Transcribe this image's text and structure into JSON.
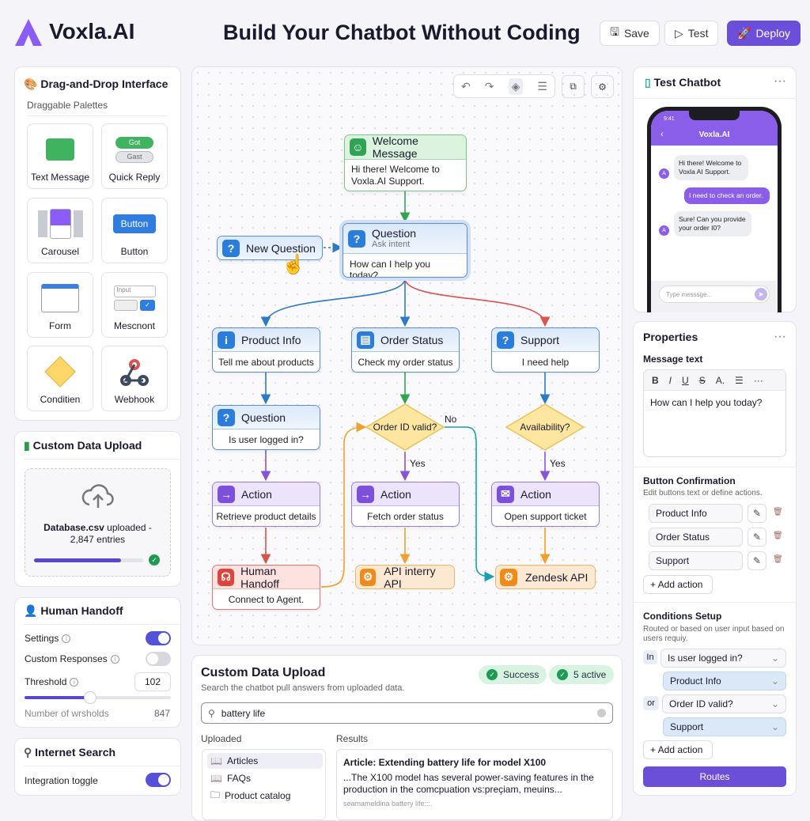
{
  "header": {
    "brand": "Voxla.AI",
    "title": "Build Your Chatbot Without Coding",
    "save": "Save",
    "test": "Test",
    "deploy": "Deploy",
    "accent": "#6c4fd8"
  },
  "palette": {
    "title": "Drag-and-Drop Interface",
    "subtitle": "Draggable Palettes",
    "quick_reply_opts": [
      "Got",
      "Gast"
    ],
    "button_sample": "Button",
    "input_sample": "Input",
    "items": [
      "Text Message",
      "Quick Reply",
      "Carousel",
      "Button",
      "Form",
      "Mescnont",
      "Conditien",
      "Webhook"
    ]
  },
  "upload": {
    "title": "Custom Data Upload",
    "file": "Database.csv",
    "status": "uploaded -",
    "entries": "2,847 entries",
    "progress": 0.8
  },
  "handoff": {
    "title": "Human Handoff",
    "settings": "Settings",
    "settings_on": true,
    "custom": "Custom Responses",
    "custom_on": false,
    "threshold": "Threshold",
    "threshold_value": "102",
    "slider": 0.45,
    "number_label": "Number of wrsholds",
    "number_value": "847"
  },
  "internet": {
    "title": "Internet Search",
    "toggle_label": "Integration toggle",
    "toggle_on": true
  },
  "canvas": {
    "welcome": {
      "title": "Welcome Message",
      "body": "Hi there! Welcome to Voxla.AI Support."
    },
    "question": {
      "title": "Question",
      "sub": "Ask intent",
      "body": "How can I help you today?"
    },
    "new_question": "New Question",
    "product": {
      "title": "Product Info",
      "body": "Tell me about products"
    },
    "order": {
      "title": "Order Status",
      "body": "Check my order status"
    },
    "support": {
      "title": "Support",
      "body": "I need help"
    },
    "question2": {
      "title": "Question",
      "body": "Is user logged in?"
    },
    "cond1": "Order ID valid?",
    "cond2": "Availability?",
    "yes": "Yes",
    "no": "No",
    "action1": {
      "title": "Action",
      "body": "Retrieve product details"
    },
    "action2": {
      "title": "Action",
      "body": "Fetch order status"
    },
    "action3": {
      "title": "Action",
      "body": "Open support ticket"
    },
    "human": {
      "title": "Human Handoff",
      "body": "Connect to Agent."
    },
    "api1": "API interry API",
    "api2": "Zendesk API"
  },
  "search": {
    "title": "Custom Data Upload",
    "subtitle": "Search the chatbot pull answers from uploaded data.",
    "badge1": "Success",
    "badge2": "5 active",
    "query": "battery life",
    "uploaded_label": "Uploaded",
    "results_label": "Results",
    "sources": [
      "Articles",
      "FAQs",
      "Product catalog"
    ],
    "result": {
      "title": "Article: Extending battery life for model X100",
      "snippet": "...The X100 model has several power-saving features in the production in the comcpuation vs:preçiam, meuins...",
      "meta": "seamameldina battery life:::."
    }
  },
  "test": {
    "title": "Test Chatbot",
    "time": "9:41",
    "app": "Voxla.AI",
    "msgs": [
      "Hi there! Welcome to Voxla AI Support.",
      "I need to check an order.",
      "Sure! Can you provide your order I0?"
    ],
    "placeholder": "Type messsge..."
  },
  "props": {
    "title": "Properties",
    "msg_label": "Message text",
    "msg": "How can I help you today?",
    "btn_title": "Button Confirmation",
    "btn_sub": "Edit buttons text or define actions.",
    "buttons": [
      "Product Info",
      "Order Status",
      "Support"
    ],
    "add": "+ Add action",
    "cond_title": "Conditions Setup",
    "cond_sub": "Routed or based on user input based on users requiy.",
    "conds": [
      {
        "op": "In",
        "q": "Is user logged in?",
        "to": "Product Info"
      },
      {
        "op": "or",
        "q": "Order ID valid?",
        "to": "Support"
      }
    ],
    "routes": "Routes"
  }
}
